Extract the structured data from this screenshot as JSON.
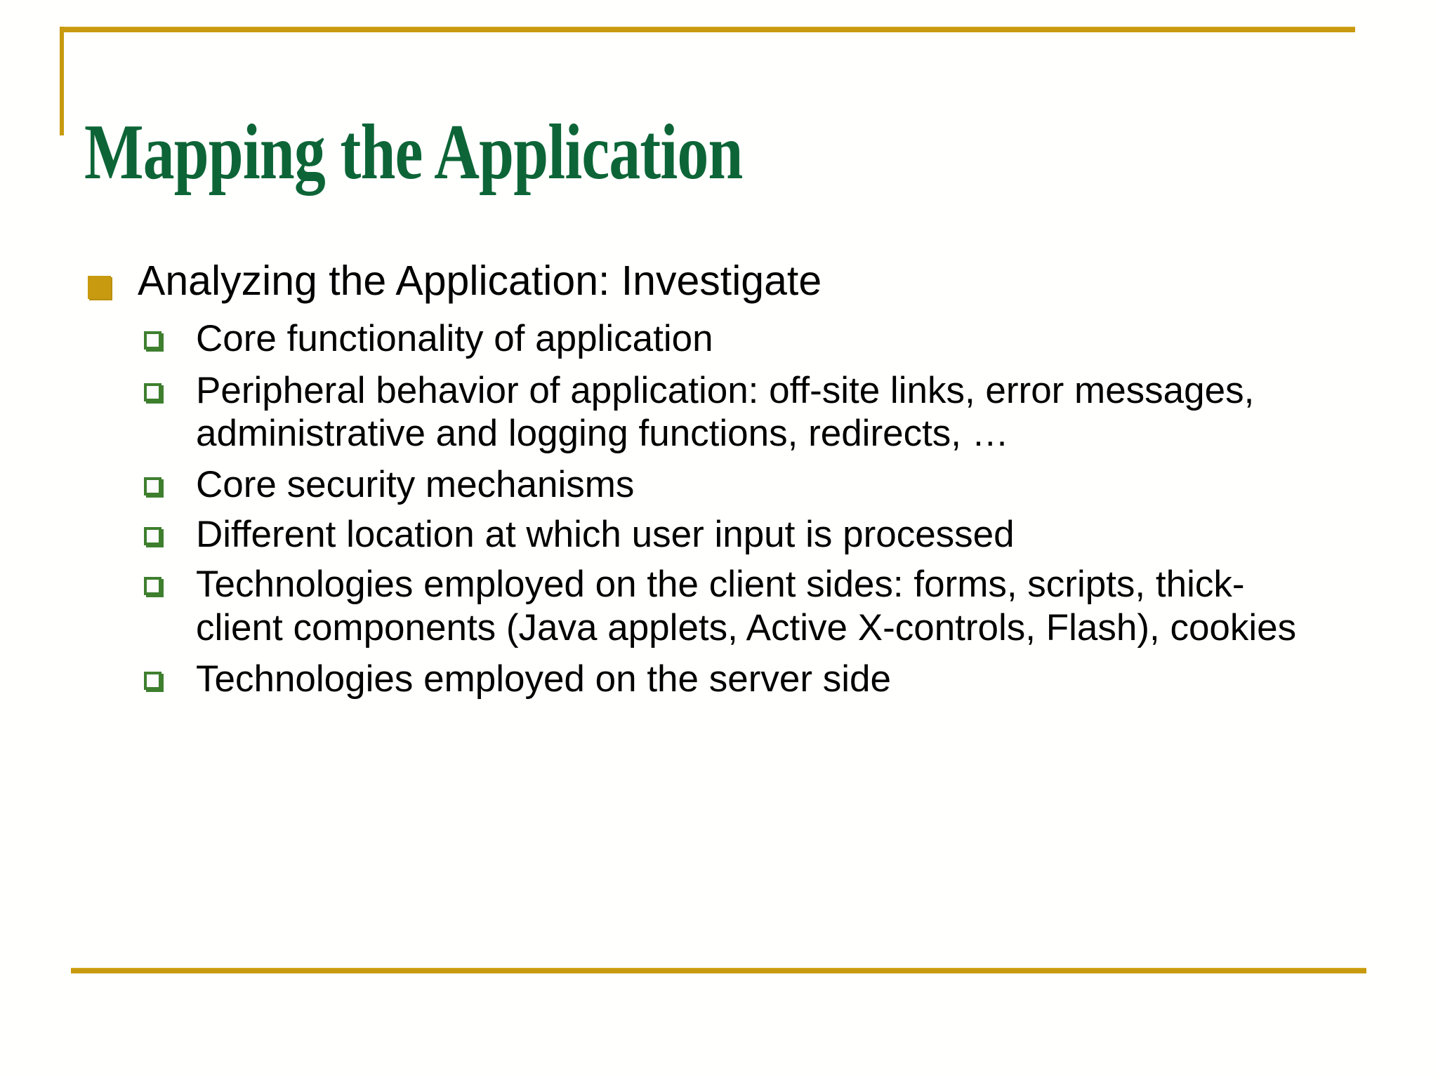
{
  "slide": {
    "title": "Mapping the Application",
    "theme": {
      "accent_gold": "#c89a10",
      "title_green": "#0d6537",
      "sub_bullet_green": "#3e7f2e",
      "body_text": "#000000",
      "background": "#ffffff"
    },
    "markers": {
      "level1_icon": "filled-square-bullet-icon",
      "level2_icon": "hollow-square-bullet-icon"
    },
    "content": [
      {
        "level": 1,
        "text": "Analyzing the Application: Investigate"
      },
      {
        "level": 2,
        "text": "Core functionality of application"
      },
      {
        "level": 2,
        "text": "Peripheral behavior of application: off-site links, error messages, administrative and logging functions, redirects, …"
      },
      {
        "level": 2,
        "text": "Core security mechanisms"
      },
      {
        "level": 2,
        "text": "Different location at which user input is processed"
      },
      {
        "level": 2,
        "text": "Technologies employed on the client sides: forms, scripts, thick-client components (Java applets, Active X-controls, Flash), cookies"
      },
      {
        "level": 2,
        "text": "Technologies employed on the server side"
      }
    ]
  }
}
